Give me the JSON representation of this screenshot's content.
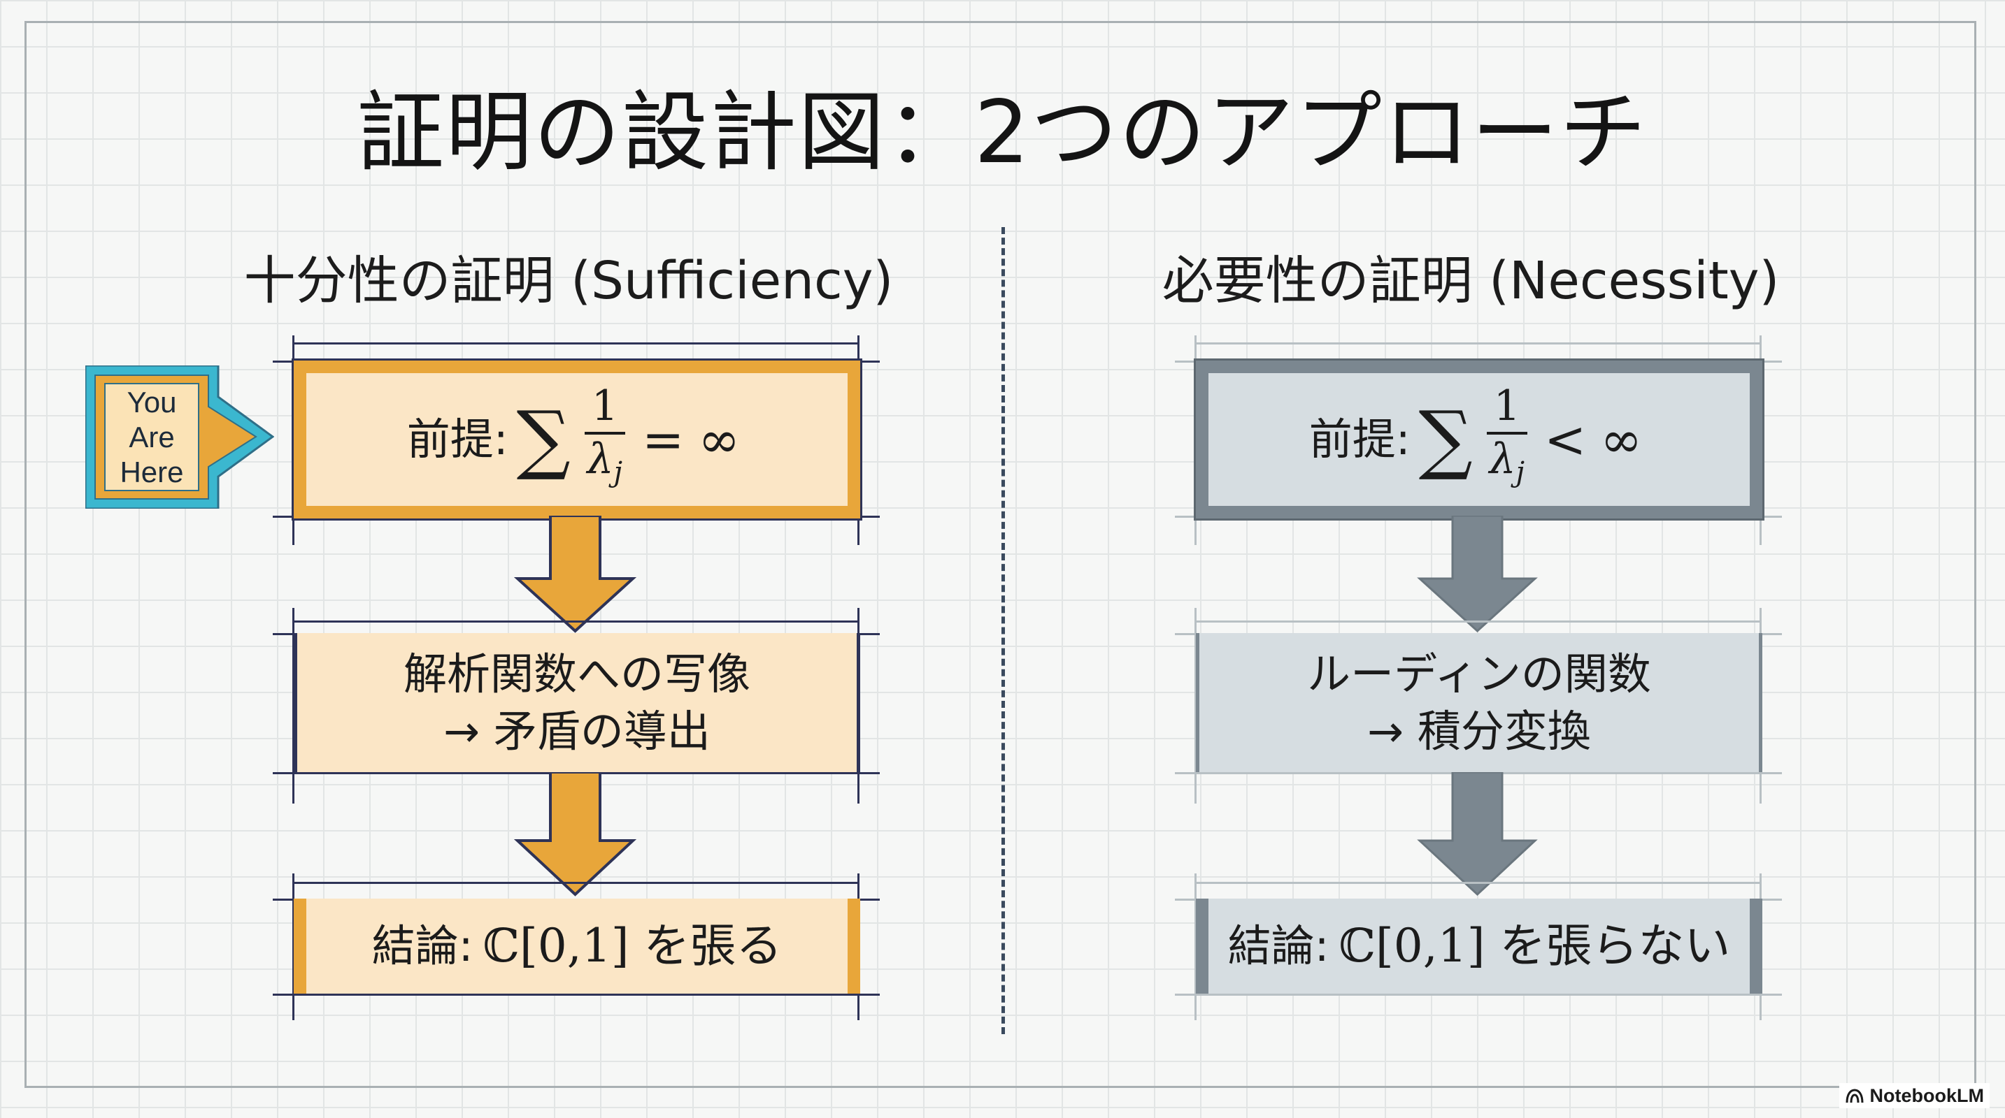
{
  "title": "証明の設計図：2つのアプローチ",
  "colors": {
    "orange": "#e8a63a",
    "orange_fill": "#fbe6c6",
    "navy": "#2e3357",
    "gray": "#7b8790",
    "gray_fill": "#d6dde1",
    "teal": "#3bb7cf"
  },
  "left": {
    "heading": "十分性の証明 (Sufficiency)",
    "premise": {
      "label": "前提:",
      "sum": "∑",
      "numerator": "1",
      "denominator": "λ",
      "subscript": "j",
      "relation": "=",
      "rhs": "∞"
    },
    "middle": {
      "line1": "解析関数への写像",
      "line2": "→ 矛盾の導出"
    },
    "conclusion": {
      "label": "結論:",
      "text": "ℂ[0,1] を張る"
    }
  },
  "right": {
    "heading": "必要性の証明 (Necessity)",
    "premise": {
      "label": "前提:",
      "sum": "∑",
      "numerator": "1",
      "denominator": "λ",
      "subscript": "j",
      "relation": "<",
      "rhs": "∞"
    },
    "middle": {
      "line1": "ルーディンの関数",
      "line2": "→ 積分変換"
    },
    "conclusion": {
      "label": "結論:",
      "text": "ℂ[0,1] を張らない"
    }
  },
  "marker": {
    "line1": "You",
    "line2": "Are",
    "line3": "Here",
    "icon": "you-are-here-arrow-icon"
  },
  "badge": {
    "text": "NotebookLM",
    "icon": "notebooklm-logo-icon"
  }
}
